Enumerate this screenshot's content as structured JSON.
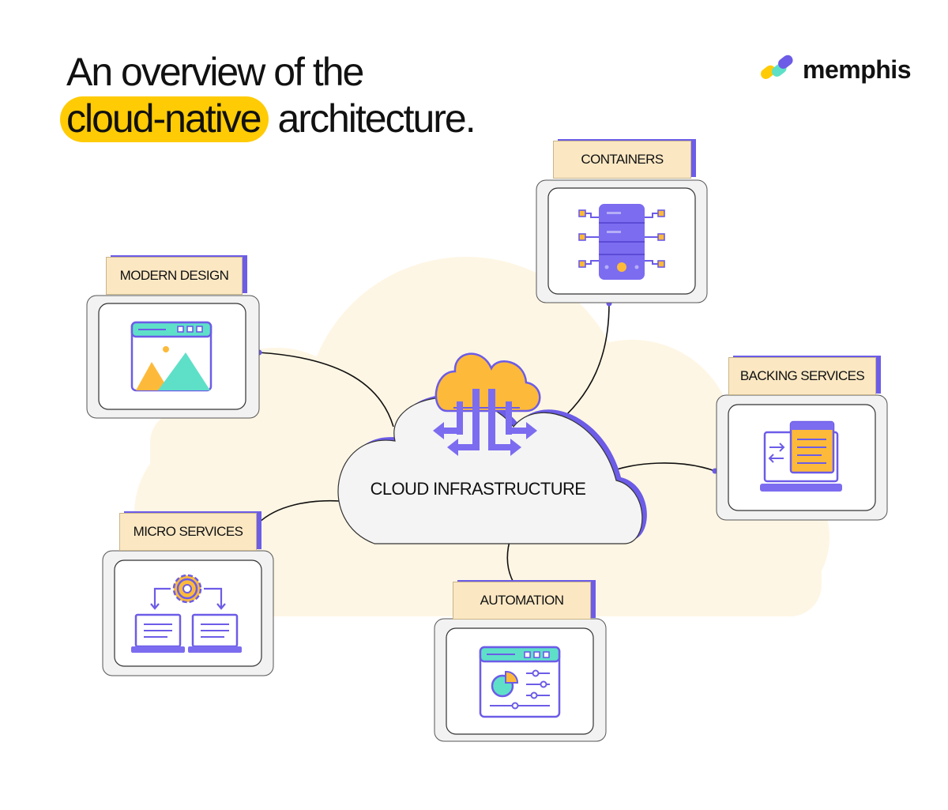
{
  "title": {
    "line1": "An overview of the",
    "highlight": "cloud-native",
    "line2_rest": " architecture."
  },
  "brand": {
    "name": "memphis",
    "logo_icon": "memphis-logo-icon"
  },
  "colors": {
    "accent_purple": "#6C5CE7",
    "accent_yellow": "#FFCB05",
    "teal": "#5EE0C8",
    "label_bg": "#FBE8C3",
    "backdrop_cloud": "#FEF6E4"
  },
  "center": {
    "label": "CLOUD INFRASTRUCTURE",
    "icon": "cloud-upload-arrows-icon"
  },
  "nodes": {
    "containers": {
      "label": "CONTAINERS",
      "icon": "server-rack-icon"
    },
    "modern_design": {
      "label": "MODERN DESIGN",
      "icon": "image-window-icon"
    },
    "backing_services": {
      "label": "BACKING SERVICES",
      "icon": "laptop-folder-icon"
    },
    "micro_services": {
      "label": "MICRO SERVICES",
      "icon": "gear-laptops-icon"
    },
    "automation": {
      "label": "AUTOMATION",
      "icon": "dashboard-sliders-icon"
    }
  }
}
